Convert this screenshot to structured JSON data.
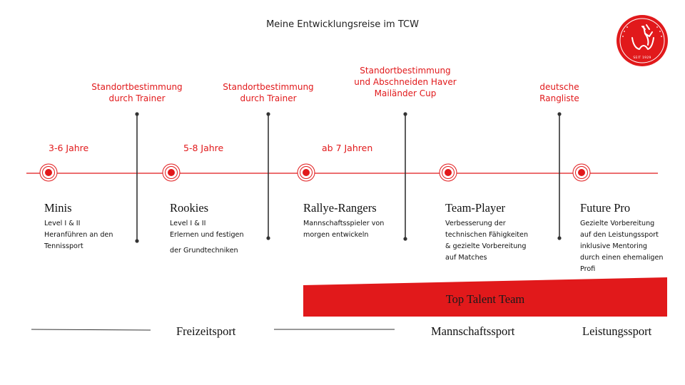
{
  "title": "Meine Entwicklungsreise im TCW",
  "colors": {
    "accent": "#e1191b",
    "line": "#333333"
  },
  "logo": {
    "text_top": "TENNISCLUB WEISSENHORN E.V.",
    "text_bottom": "SEIT 1929",
    "icon": "deer-logo-icon"
  },
  "assessments": [
    {
      "lines": [
        "Standortbestimmung",
        "durch Trainer"
      ]
    },
    {
      "lines": [
        "Standortbestimmung",
        "durch Trainer"
      ]
    },
    {
      "lines": [
        "Standortbestimmung",
        "und Abschneiden Haver",
        "Mailänder Cup"
      ]
    },
    {
      "lines": [
        "deutsche",
        "Rangliste"
      ]
    }
  ],
  "ages": [
    "3-6 Jahre",
    "5-8 Jahre",
    "ab 7 Jahren"
  ],
  "stages": [
    {
      "name": "Minis",
      "desc": [
        "Level I & II",
        "Heranführen an den",
        "Tennissport"
      ]
    },
    {
      "name": "Rookies",
      "desc": [
        "Level I & II",
        "Erlernen und festigen",
        "der Grundtechniken"
      ]
    },
    {
      "name": "Rallye-Rangers",
      "desc": [
        "Mannschaftsspieler von",
        "morgen entwickeln"
      ]
    },
    {
      "name": "Team-Player",
      "desc": [
        "Verbesserung der",
        "technischen Fähigkeiten",
        "& gezielte Vorbereitung",
        "auf Matches"
      ]
    },
    {
      "name": "Future Pro",
      "desc": [
        "Gezielte Vorbereitung",
        "auf den Leistungssport",
        "inklusive Mentoring",
        "durch einen ehemaligen",
        "Profi"
      ]
    }
  ],
  "top_talent": {
    "label": "Top Talent Team"
  },
  "bands": [
    "Freizeitsport",
    "Mannschaftssport",
    "Leistungssport"
  ]
}
